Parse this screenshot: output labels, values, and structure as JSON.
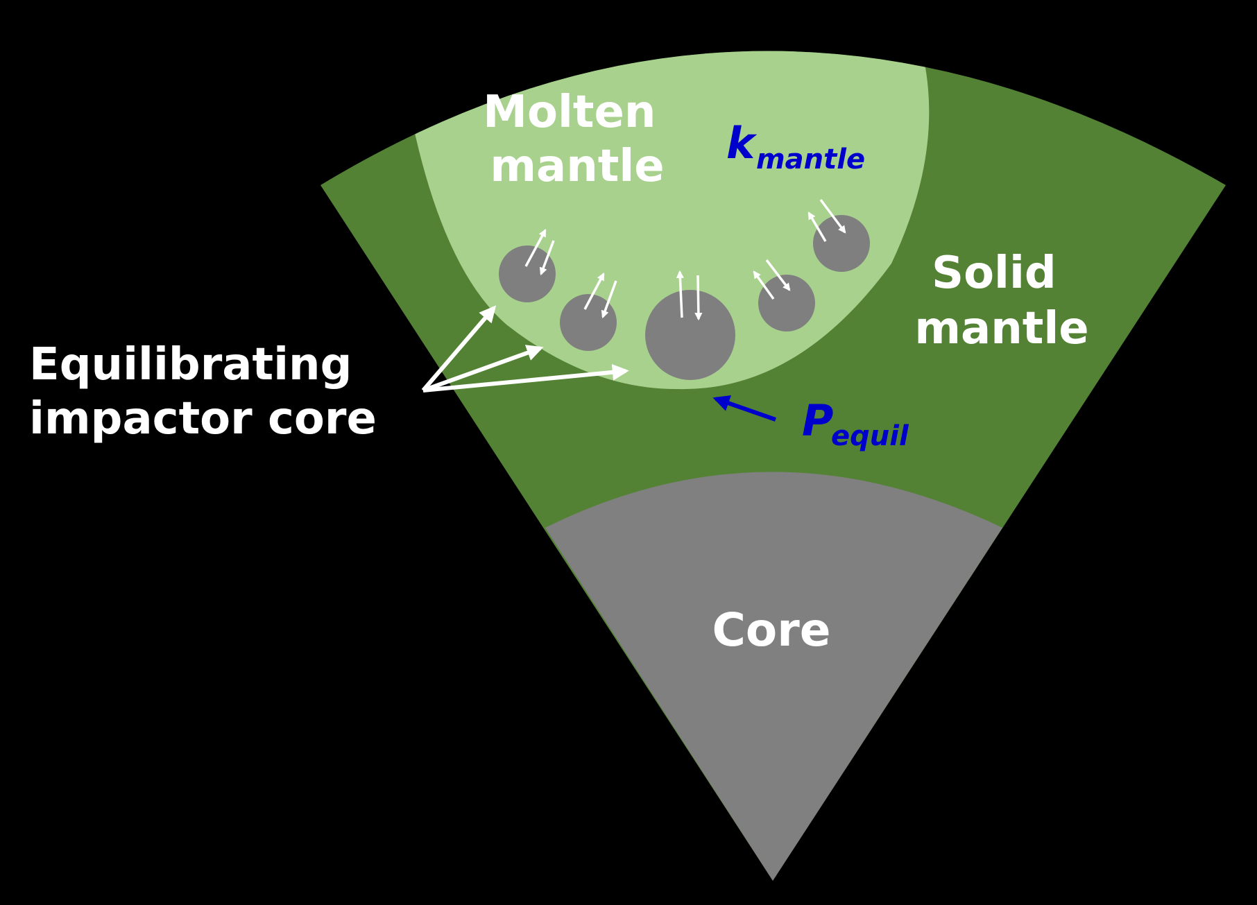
{
  "labels": {
    "molten_mantle": [
      "Molten",
      "mantle"
    ],
    "solid_mantle": [
      "Solid",
      "mantle"
    ],
    "core": "Core",
    "impactor_core": [
      "Equilibrating",
      "impactor core"
    ],
    "k_mantle": {
      "main": "k",
      "sub": "mantle"
    },
    "p_equil": {
      "main": "P",
      "sub": "equil"
    }
  },
  "colors": {
    "background": "#000000",
    "solid_mantle": "#548235",
    "molten_mantle": "#a9d18e",
    "core": "#808080",
    "droplet": "#7f7f7f",
    "white_text": "#ffffff",
    "variable_text": "#0000cc"
  }
}
